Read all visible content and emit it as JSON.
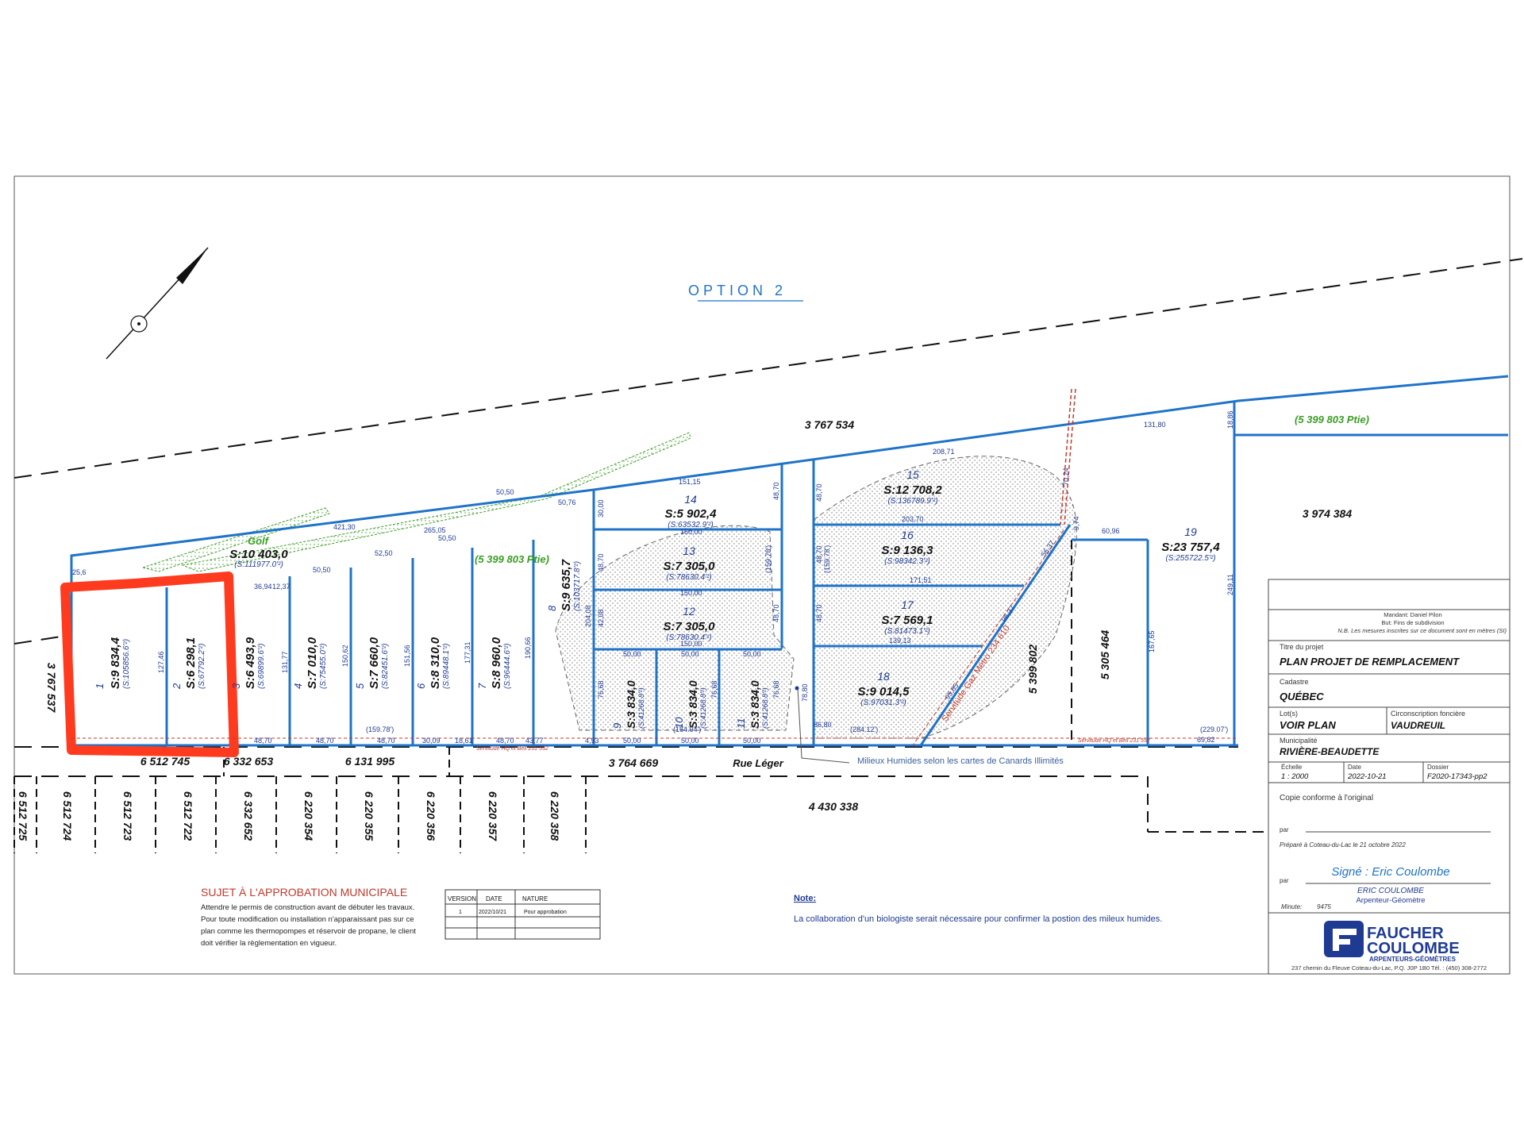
{
  "title": "OPTION 2",
  "road": "Rue Léger",
  "golf": "Golf",
  "wetlands_label": "Milieux Humides selon les cartes de Canards Illimités",
  "servitude_gaz": "Servitude Gaz Métro 234 610",
  "servitude_hq": "Servitude HQ et Bell 231 552",
  "lots": [
    {
      "num": "1",
      "area": "S:9 834,4",
      "sqft": "(S:105856.6'²)"
    },
    {
      "num": "2",
      "area": "S:6 298,1",
      "sqft": "(S:67792.2'²)"
    },
    {
      "num": "3",
      "area": "S:6 493,9",
      "sqft": "(S:69899.6'²)"
    },
    {
      "num": "4",
      "area": "S:7 010,0",
      "sqft": "(S:75455.0'²)"
    },
    {
      "num": "5",
      "area": "S:7 660,0",
      "sqft": "(S:82451.6'²)"
    },
    {
      "num": "6",
      "area": "S:8 310,0",
      "sqft": "(S:89448.1'²)"
    },
    {
      "num": "7",
      "area": "S:8 960,0",
      "sqft": "(S:96444.6'²)"
    },
    {
      "num": "8",
      "area": "S:9 635,7",
      "sqft": "(S:103717.8'²)"
    },
    {
      "num": "9",
      "area": "S:3 834,0",
      "sqft": "(S:41268.8'²)"
    },
    {
      "num": "10",
      "area": "S:3 834,0",
      "sqft": "(S:41268.8'²)"
    },
    {
      "num": "11",
      "area": "S:3 834,0",
      "sqft": "(S:41268.8'²)"
    },
    {
      "num": "12",
      "area": "S:7 305,0",
      "sqft": "(S:78630.4'²)"
    },
    {
      "num": "13",
      "area": "S:7 305,0",
      "sqft": "(S:78630.4'²)"
    },
    {
      "num": "14",
      "area": "S:5 902,4",
      "sqft": "(S:63532.9'²)"
    },
    {
      "num": "15",
      "area": "S:12 708,2",
      "sqft": "(S:136789.9'²)"
    },
    {
      "num": "16",
      "area": "S:9 136,3",
      "sqft": "(S:98342.3'²)"
    },
    {
      "num": "17",
      "area": "S:7 569,1",
      "sqft": "(S:81473.1'²)"
    },
    {
      "num": "18",
      "area": "S:9 014,5",
      "sqft": "(S:97031.3'²)"
    },
    {
      "num": "19",
      "area": "S:23 757,4",
      "sqft": "(S:255722.5'²)"
    },
    {
      "num": "",
      "area": "S:10 403,0",
      "sqft": "(S:111977.0'²)"
    }
  ],
  "cadastre": {
    "top": "3 767 534",
    "left": "3 767 537",
    "ptie_top": "(5 399 803 Ptie)",
    "ptie_mid": "(5 399 803 Ptie)",
    "right_big": "3 974 384",
    "p5399802": "5 399 802",
    "p5305464": "5 305 464",
    "road_lot": "3 764 669",
    "bottom": "4 430 338",
    "along_road": [
      "6 512 745",
      "6 332 653",
      "6 131 995"
    ],
    "bottom_lots": [
      "6 512 725",
      "6 512 724",
      "6 512 723",
      "6 512 722",
      "6 332 652",
      "6 220 354",
      "6 220 355",
      "6 220 356",
      "6 220 357",
      "6 220 358"
    ]
  },
  "dimensions": {
    "d1": "421,30",
    "d2": "265,05",
    "d3": "50,50",
    "d4": "50,50",
    "d5": "52,50",
    "d6": "151,15",
    "d7": "50,76",
    "d8": "30,00",
    "d9": "150,00",
    "d10": "150,00",
    "d11": "150,00",
    "d12": "208,71",
    "d13": "131,80",
    "d14": "18,86",
    "d15": "203,70",
    "d16": "171,51",
    "d17": "139,13",
    "d18": "60,96",
    "d19": "48,70",
    "d20": "48,70",
    "d21": "(159.78')",
    "d22": "(159.78')",
    "d23": "(159.78')",
    "d24": "(164.04')",
    "d25": "(284.12')",
    "d26": "(229.07')",
    "d27": "50,00",
    "d28": "50,00",
    "d29": "50,00",
    "d30": "86,80",
    "d31": "69,82",
    "d32": "249,11",
    "d33": "167,65",
    "d34": "78,80",
    "d35": "70,24",
    "d36": "36,94",
    "d37": "12,37",
    "d38": "127,46",
    "d39": "131,77",
    "d40": "150,62",
    "d41": "151,56",
    "d42": "177,31",
    "d43": "190,66",
    "d44": "204,08",
    "d45": "48,70",
    "d46": "48,70",
    "d47": "30,09",
    "d48": "18,61",
    "d49": "43,77",
    "d50": "4,93",
    "d51": "25,6",
    "d52": "50,00",
    "d53": "50,00",
    "d54": "50,00",
    "d55": "42,08",
    "d56": "76,68",
    "d57": "76,68",
    "d58": "76,68",
    "d59": "96,37",
    "d60": "95,65",
    "d61": "9,74",
    "d62": "56,37"
  },
  "approval": {
    "title": "SUJET À L'APPROBATION MUNICIPALE",
    "lines": [
      "Attendre le permis de construction avant de débuter les travaux.",
      "Pour toute modification ou installation n'apparaissant pas sur ce",
      "plan comme les thermopompes et réservoir de propane, le client",
      "doit vérifier la règlementation en vigueur."
    ]
  },
  "version_table": {
    "headers": [
      "VERSION",
      "DATE",
      "NATURE"
    ],
    "rows": [
      [
        "1",
        "2022/10/21",
        "Pour approbation"
      ],
      [
        "",
        "",
        ""
      ],
      [
        "",
        "",
        ""
      ]
    ]
  },
  "note": {
    "label": "Note:",
    "text": "La collaboration d'un biologiste serait nécessaire pour confirmer la postion des mileux humides."
  },
  "titleblock": {
    "mandant": "Mandant: Daniel Pilon",
    "but": "But: Fins de subdivision",
    "nb": "N.B. Les mesures inscrites sur ce document sont en mètres (SI)",
    "titre_label": "Titre du projet",
    "titre": "PLAN PROJET DE REMPLACEMENT",
    "cadastre_label": "Cadastre",
    "cadastre": "QUÉBEC",
    "lots_label": "Lot(s)",
    "lots": "VOIR PLAN",
    "circ_label": "Circonscription foncière",
    "circ": "VAUDREUIL",
    "muni_label": "Municipalité",
    "muni": "RIVIÈRE-BEAUDETTE",
    "echelle_label": "Échelle",
    "echelle": "1 : 2000",
    "date_label": "Date",
    "date": "2022-10-21",
    "dossier_label": "Dossier",
    "dossier": "F2020-17343-pp2",
    "copie": "Copie conforme à l'original",
    "par1": "par",
    "prepare": "Préparé à Coteau-du-Lac le 21 octobre 2022",
    "par2": "par",
    "signe": "Signé : Eric Coulombe",
    "name": "ERIC COULOMBE",
    "role": "Arpenteur-Géomètre",
    "minute_label": "Minute:",
    "minute": "9475",
    "company1": "FAUCHER",
    "company2": "COULOMBE",
    "company3": "ARPENTEURS-GÉOMÈTRES",
    "address": "237 chemin du Fleuve Coteau-du-Lac, P.Q. J0P 1B0   Tél. :   (450) 308-2772"
  },
  "colors": {
    "lines": "#1f73c8",
    "highlight": "#ff3b1f",
    "green": "#3a9d23",
    "red": "#c0392b"
  }
}
